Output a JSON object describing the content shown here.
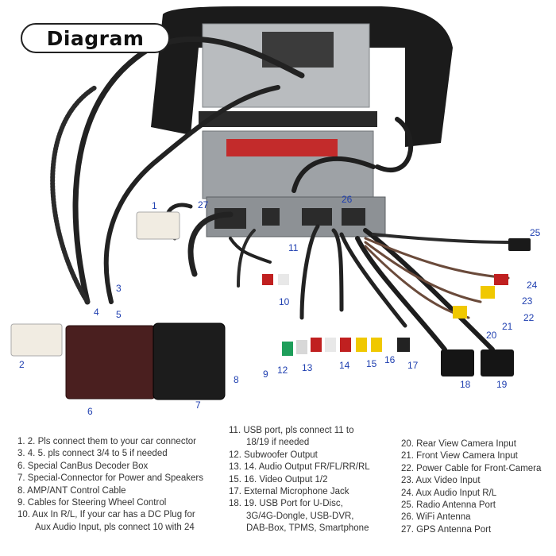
{
  "title": "Diagram",
  "callouts": [
    "1",
    "2",
    "3",
    "4",
    "5",
    "6",
    "7",
    "8",
    "9",
    "10",
    "11",
    "12",
    "13",
    "14",
    "15",
    "16",
    "17",
    "18",
    "19",
    "20",
    "21",
    "22",
    "23",
    "24",
    "25",
    "26",
    "27"
  ],
  "legend": {
    "col1": [
      "1. 2. Pls connect them to your car connector",
      "3. 4. 5. pls connect 3/4 to 5 if needed",
      "6. Special CanBus Decoder Box",
      "7. Special-Connector for Power and Speakers",
      "8. AMP/ANT Control Cable",
      "9. Cables for Steering Wheel Control",
      "10. Aux In R/L, If your car has a DC Plug for",
      "Aux Audio Input, pls connect 10 with 24"
    ],
    "col2": [
      "11. USB port, pls connect 11 to",
      "18/19 if needed",
      "12. Subwoofer Output",
      "13. 14. Audio Output FR/FL/RR/RL",
      "15. 16. Video Output 1/2",
      "17. External Microphone Jack",
      "18. 19. USB Port for U-Disc,",
      "3G/4G-Dongle, USB-DVR,",
      "DAB-Box, TPMS, Smartphone"
    ],
    "col3": [
      "20. Rear View Camera Input",
      "21. Front View Camera Input",
      "22. Power Cable for Front-Camera",
      "23. Aux Video Input",
      "24. Aux Audio Input R/L",
      "25. Radio Antenna Port",
      "26. WiFi Antenna",
      "27. GPS Antenna Port"
    ]
  }
}
